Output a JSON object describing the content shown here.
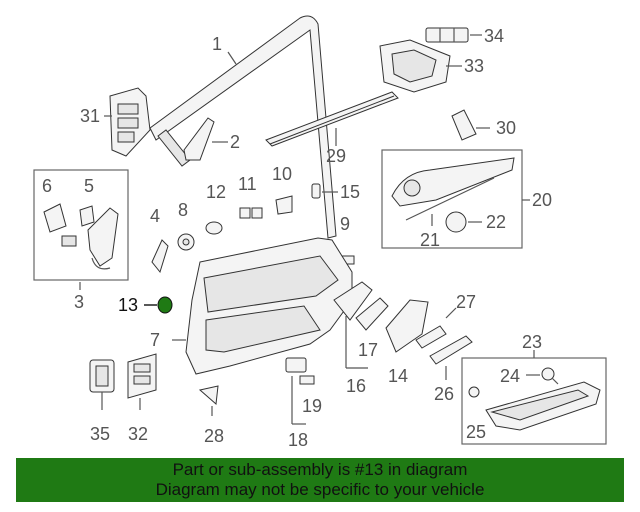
{
  "colors": {
    "banner": "#1f7a14",
    "highlight": "#1f7a14"
  },
  "labels": {
    "p1": "1",
    "p2": "2",
    "p3": "3",
    "p4": "4",
    "p5": "5",
    "p6": "6",
    "p7": "7",
    "p8": "8",
    "p9": "9",
    "p10": "10",
    "p11": "11",
    "p12": "12",
    "p13": "13",
    "p14": "14",
    "p15": "15",
    "p16": "16",
    "p17": "17",
    "p18": "18",
    "p19": "19",
    "p20": "20",
    "p21": "21",
    "p22": "22",
    "p23": "23",
    "p24": "24",
    "p25": "25",
    "p26": "26",
    "p27": "27",
    "p28": "28",
    "p29": "29",
    "p30": "30",
    "p31": "31",
    "p32": "32",
    "p33": "33",
    "p34": "34",
    "p35": "35"
  },
  "banner": {
    "line1": "Part or sub-assembly is #13 in diagram",
    "line2": "Diagram may not be specific to your vehicle"
  }
}
